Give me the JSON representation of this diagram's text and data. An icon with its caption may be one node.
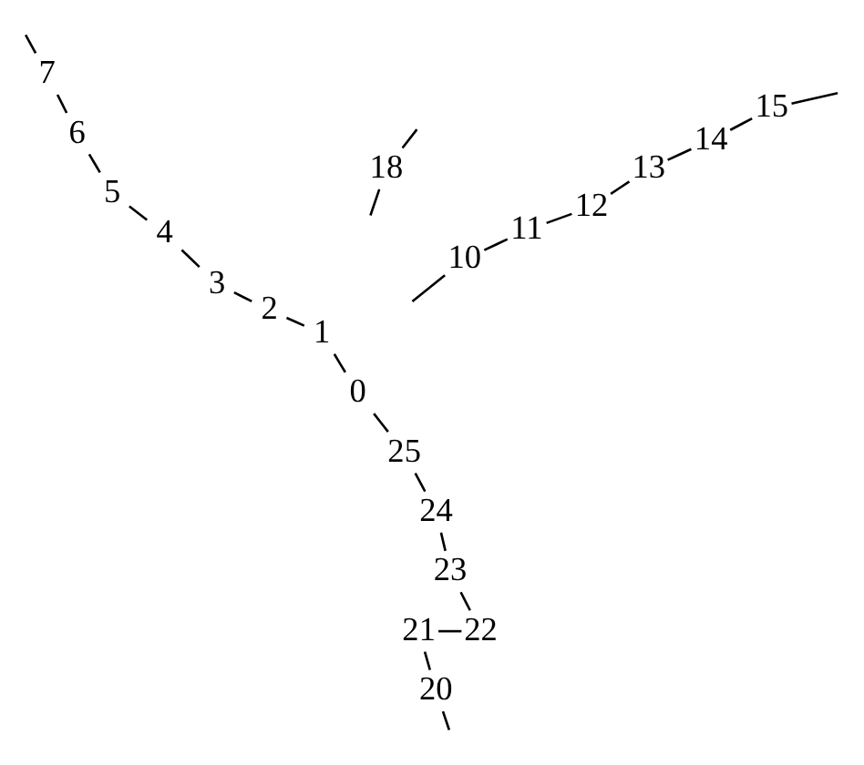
{
  "diagram": {
    "nodes": [
      {
        "text": [
          "0"
        ]
      },
      {
        "text": [
          "1"
        ]
      },
      {
        "text": [
          "2"
        ]
      },
      {
        "text": [
          "3"
        ]
      },
      {
        "text": [
          "4"
        ]
      },
      {
        "text": [
          "5"
        ]
      },
      {
        "text": [
          "6"
        ]
      },
      {
        "text": [
          "7"
        ]
      },
      {
        "text": [
          "10"
        ]
      },
      {
        "text": [
          "11"
        ]
      },
      {
        "text": [
          "12"
        ]
      },
      {
        "text": [
          "13"
        ]
      },
      {
        "text": [
          "14"
        ]
      },
      {
        "text": [
          "15"
        ]
      },
      {
        "text": [
          "18"
        ]
      },
      {
        "text": [
          "20"
        ]
      },
      {
        "text": [
          "21"
        ]
      },
      {
        "text": [
          "22"
        ]
      },
      {
        "text": [
          "23"
        ]
      },
      {
        "text": [
          "24"
        ]
      },
      {
        "text": [
          "25"
        ]
      }
    ],
    "edges": [
      {
        "from": 0,
        "to": 1,
        "arrow": "none"
      },
      {
        "from": 1,
        "to": 2,
        "arrow": "none"
      },
      {
        "from": 2,
        "to": 3,
        "arrow": "none"
      },
      {
        "from": 3,
        "to": 4,
        "arrow": "none"
      },
      {
        "from": 4,
        "to": 5,
        "arrow": "none"
      },
      {
        "from": 5,
        "to": 6,
        "arrow": "none"
      },
      {
        "from": 6,
        "to": 7,
        "arrow": "none"
      },
      {
        "from": 7,
        "to": null,
        "arrow": "none"
      },
      {
        "from": null,
        "to": 8,
        "arrow": "none"
      },
      {
        "from": 8,
        "to": 9,
        "arrow": "none"
      },
      {
        "from": 9,
        "to": 10,
        "arrow": "none"
      },
      {
        "from": 10,
        "to": 11,
        "arrow": "none"
      },
      {
        "from": 11,
        "to": 12,
        "arrow": "none"
      },
      {
        "from": 12,
        "to": 13,
        "arrow": "none"
      },
      {
        "from": 13,
        "to": null,
        "arrow": "none"
      },
      {
        "from": null,
        "to": 14,
        "arrow": "none"
      },
      {
        "from": 14,
        "to": null,
        "arrow": "none"
      },
      {
        "from": null,
        "to": 15,
        "arrow": "none"
      },
      {
        "from": 15,
        "to": 16,
        "arrow": "none"
      },
      {
        "from": 16,
        "to": 17,
        "arrow": "none"
      },
      {
        "from": 17,
        "to": 18,
        "arrow": "none"
      },
      {
        "from": 18,
        "to": 19,
        "arrow": "none"
      },
      {
        "from": 19,
        "to": 20,
        "arrow": "none"
      },
      {
        "from": 20,
        "to": 0,
        "arrow": "none"
      }
    ]
  }
}
